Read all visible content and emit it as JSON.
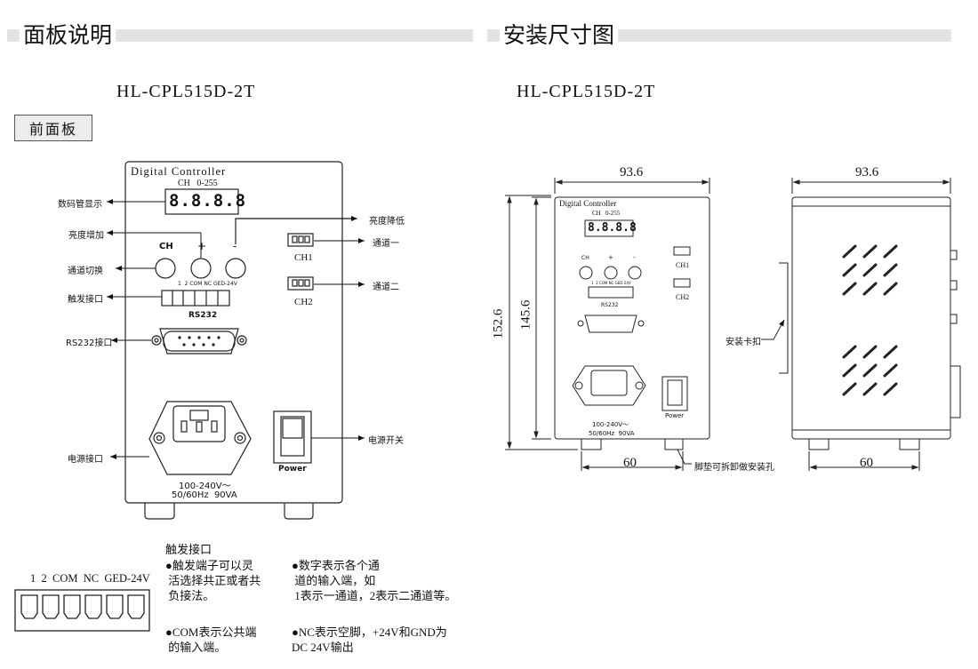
{
  "left_header": {
    "title": "面板说明"
  },
  "right_header": {
    "title": "安装尺寸图"
  },
  "left_model": "HL-CPL515D-2T",
  "right_model": "HL-CPL515D-2T",
  "front_panel_tag": "前面板",
  "panel": {
    "brand": "Digital Controller",
    "display_header": "CH   0-255",
    "display_digits": "8.8.8.8",
    "btn_ch": "CH",
    "btn_plus": "+",
    "btn_minus": "-",
    "terminal_pins": "1  2 COM NC GED-24V",
    "rs232": "RS232",
    "ch1": "CH1",
    "ch2": "CH2",
    "power": "Power",
    "voltage": "100-240V～",
    "frequency": "50/60Hz  90VA"
  },
  "callouts": {
    "display": "数码管显示",
    "brightness_up": "亮度增加",
    "brightness_down": "亮度降低",
    "channel_switch": "通道切换",
    "trigger_port": "触发接口",
    "rs232_port": "RS232接口",
    "power_port": "电源接口",
    "channel_one": "通道一",
    "channel_two": "通道二",
    "power_switch": "电源开关"
  },
  "dimensions": {
    "front_width": "93.6",
    "side_width": "93.6",
    "total_height": "152.6",
    "body_height": "145.6",
    "front_feet": "60",
    "side_feet": "60",
    "mount_clip": "安装卡扣",
    "feet_note": "脚垫可拆卸做安装孔"
  },
  "connector": {
    "pins_label": "1  2  COM  NC  GED-24V"
  },
  "notes": {
    "title": "触发接口",
    "col1_a": [
      "●触发端子可以灵",
      " 活选择共正或者共",
      " 负接法。"
    ],
    "col1_b": [
      "●COM表示公共端",
      " 的输入端。"
    ],
    "col2_a": [
      "●数字表示各个通",
      " 道的输入端，如",
      " 1表示一通道，2表示二通道等。"
    ],
    "col2_b": [
      "●NC表示空脚，+24V和GND为",
      "DC 24V输出"
    ]
  }
}
